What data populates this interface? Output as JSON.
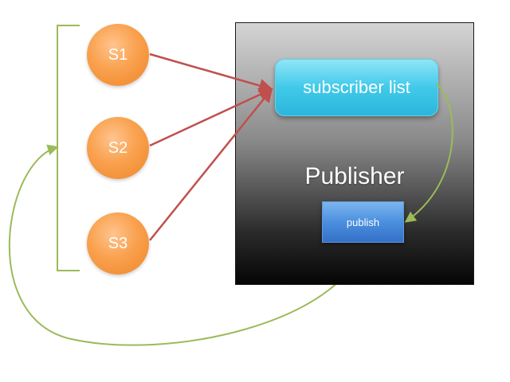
{
  "publisher": {
    "title": "Publisher",
    "subscriber_list_label": "subscriber list",
    "publish_label": "publish"
  },
  "subscribers": [
    {
      "label": "S1"
    },
    {
      "label": "S2"
    },
    {
      "label": "S3"
    }
  ],
  "colors": {
    "subscriber_node": "#f89b43",
    "subscribe_arrow": "#c0504d",
    "notify_arrow": "#9bbb59",
    "group_bracket": "#9bbb59",
    "subscriber_list_box": "#41c9ea",
    "publish_button": "#4b8fde"
  }
}
